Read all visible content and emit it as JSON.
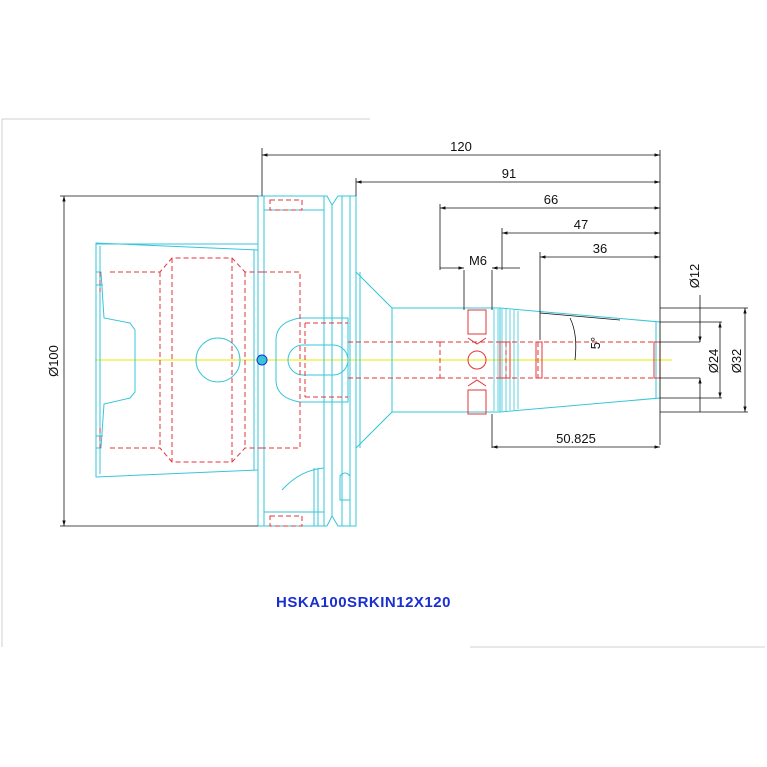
{
  "drawing": {
    "part_number": "HSKA100SRKIN12X120",
    "colors": {
      "outline": "#36c6d8",
      "hidden": "#e0343a",
      "centerline": "#e8e800",
      "dimension": "#111111",
      "label": "#1a2fd0",
      "background": "#ffffff"
    },
    "dimensions": {
      "length_total": "120",
      "length_91": "91",
      "length_66": "66",
      "length_47": "47",
      "length_36": "36",
      "thread": "M6",
      "flange_diameter": "Ø100",
      "bore_diameter": "Ø12",
      "nose_diameter": "Ø24",
      "body_diameter": "Ø32",
      "taper_angle": "5°",
      "taper_length": "50.825"
    }
  }
}
